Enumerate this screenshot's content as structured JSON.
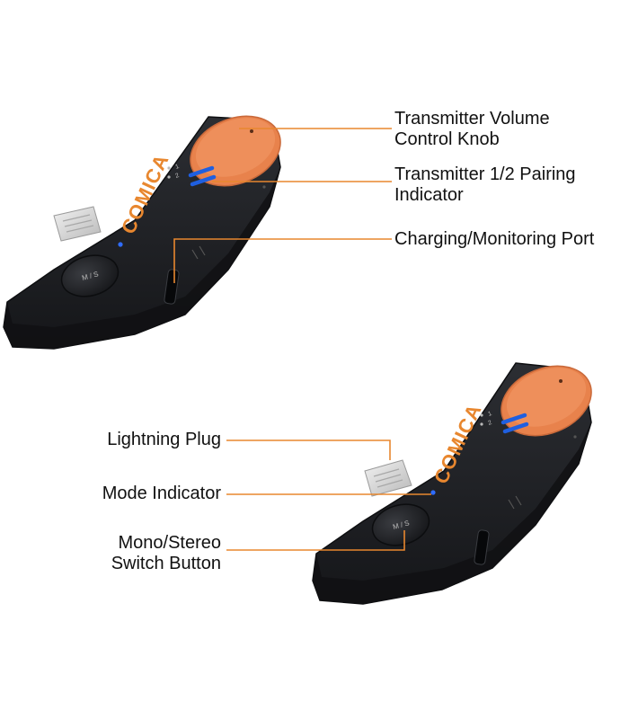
{
  "colors": {
    "callout_line": "#e8872f",
    "device_body": "#1c1d20",
    "device_top": "#2a2c31",
    "knob": "#e8824c",
    "led": "#1f5fe0",
    "connector": "#d9d9d9",
    "text": "#111111"
  },
  "device": {
    "brand_text": "COMICA",
    "button_text": "M / S",
    "channel_labels": [
      "1",
      "2"
    ]
  },
  "callouts": {
    "volume_knob": {
      "line1": "Transmitter Volume",
      "line2": "Control Knob"
    },
    "pairing_indicator": {
      "line1": "Transmitter 1/2 Pairing",
      "line2": "Indicator"
    },
    "charging_port": {
      "line1": "Charging/Monitoring Port"
    },
    "lightning_plug": {
      "line1": "Lightning Plug"
    },
    "mode_indicator": {
      "line1": "Mode Indicator"
    },
    "switch_button": {
      "line1": "Mono/Stereo",
      "line2": "Switch Button"
    }
  }
}
